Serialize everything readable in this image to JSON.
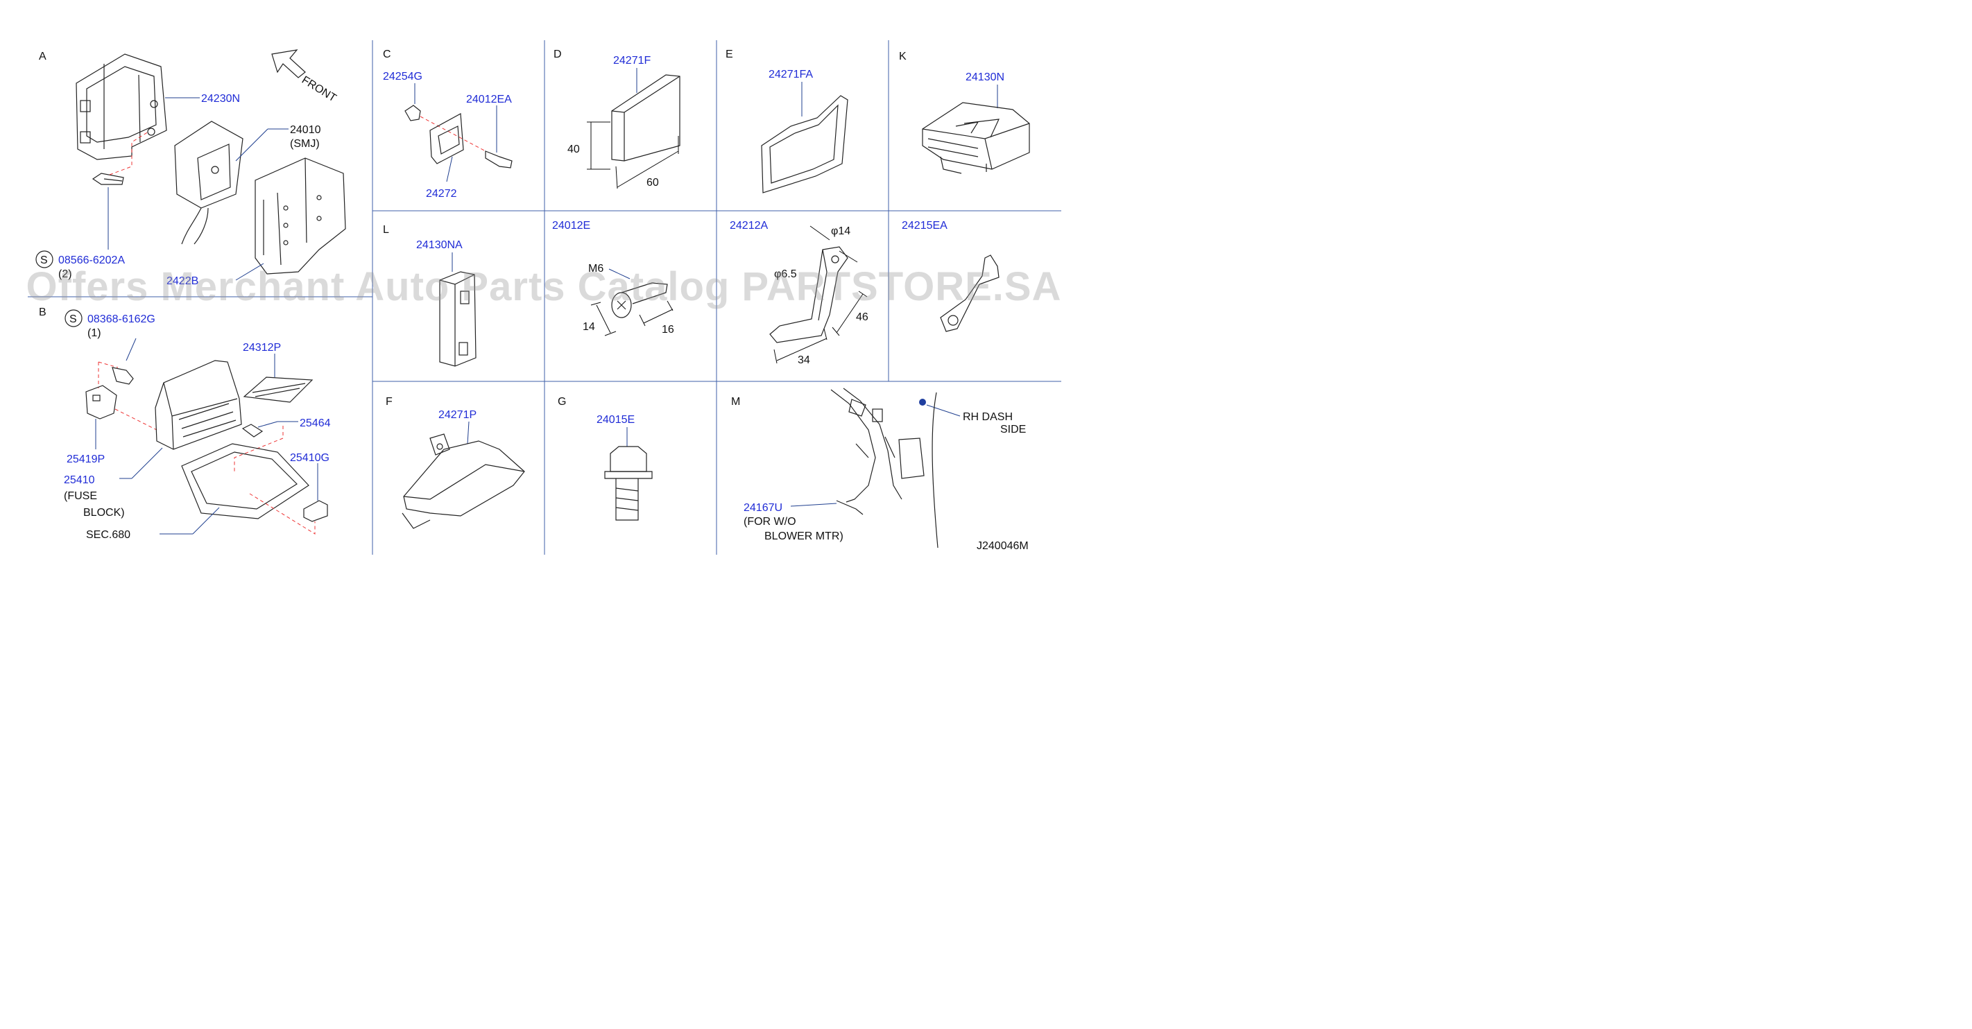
{
  "diagram_id": "J240046M",
  "watermark": "Offers Merchant Auto Parts Catalog PARTSTORE.SA",
  "front_label": "FRONT",
  "sections": {
    "A": {
      "letter": "A",
      "p1": "24230N",
      "p2": "24010",
      "p2_note": "(SMJ)",
      "p3": "2422B",
      "bolt": "08566-6202A",
      "bolt_qty": "(2)",
      "s_symbol": "S"
    },
    "B": {
      "letter": "B",
      "bolt": "08368-6162G",
      "bolt_qty": "(1)",
      "s_symbol": "S",
      "p1": "24312P",
      "p2": "25464",
      "p3": "25410G",
      "p4": "25419P",
      "p5": "25410",
      "p5_note1": "(FUSE",
      "p5_note2": "BLOCK)",
      "p6": "SEC.680"
    },
    "C": {
      "letter": "C",
      "p1": "24254G",
      "p2": "24012EA",
      "p3": "24272"
    },
    "D": {
      "letter": "D",
      "p1": "24271F",
      "dim_h": "40",
      "dim_w": "60"
    },
    "E": {
      "letter": "E",
      "p1": "24271FA"
    },
    "K": {
      "letter": "K",
      "p1": "24130N"
    },
    "L": {
      "letter": "L",
      "p1": "24130NA"
    },
    "C2": {
      "p1": "24012E",
      "thread": "M6",
      "dim1": "14",
      "dim2": "16"
    },
    "C3": {
      "p1": "24212A",
      "hole1": "φ14",
      "hole2": "φ6.5",
      "dim_h": "46",
      "dim_w": "34"
    },
    "C4": {
      "p1": "24215EA"
    },
    "F": {
      "letter": "F",
      "p1": "24271P"
    },
    "G": {
      "letter": "G",
      "p1": "24015E"
    },
    "M": {
      "letter": "M",
      "p1": "24167U",
      "note1": "(FOR  W/O",
      "note2": "BLOWER  MTR)",
      "side1": "RH   DASH",
      "side2": "SIDE"
    }
  }
}
